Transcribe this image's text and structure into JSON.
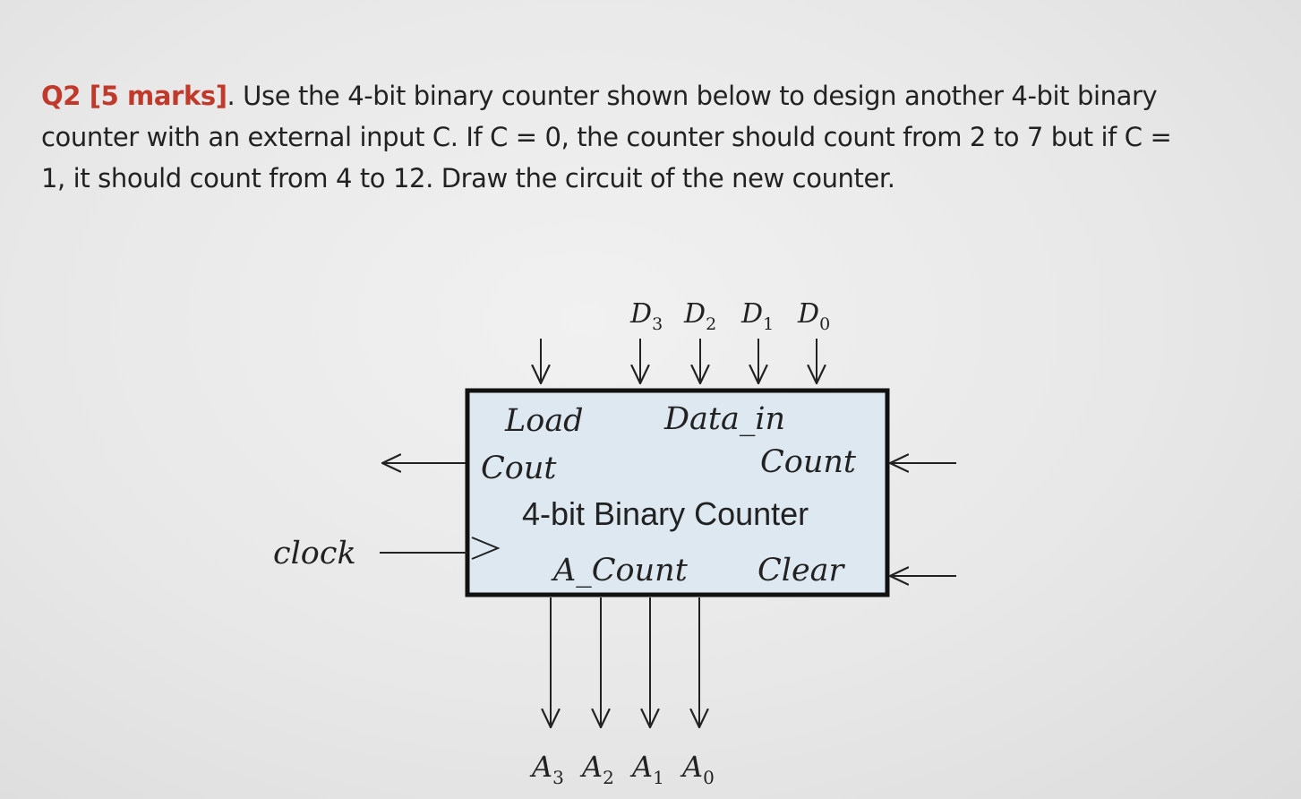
{
  "question": {
    "label": "Q2 [5 marks]",
    "body": ". Use the 4-bit binary counter shown below to design another 4-bit binary counter with an external input C. If C = 0, the counter should count from 2 to 7 but if C = 1, it should count from 4 to 12. Draw the circuit of the new counter."
  },
  "diagram": {
    "inputs_top": [
      {
        "letter": "D",
        "sub": "3"
      },
      {
        "letter": "D",
        "sub": "2"
      },
      {
        "letter": "D",
        "sub": "1"
      },
      {
        "letter": "D",
        "sub": "0"
      }
    ],
    "outputs_bottom": [
      {
        "letter": "A",
        "sub": "3"
      },
      {
        "letter": "A",
        "sub": "2"
      },
      {
        "letter": "A",
        "sub": "1"
      },
      {
        "letter": "A",
        "sub": "0"
      }
    ],
    "block": {
      "fill": "#dde8f0",
      "load": "Load",
      "data_in": "Data_in",
      "cout": "Cout",
      "count": "Count",
      "title": "4-bit Binary Counter",
      "a_count": "A_Count",
      "clear": "Clear"
    },
    "clock_label": "clock"
  }
}
